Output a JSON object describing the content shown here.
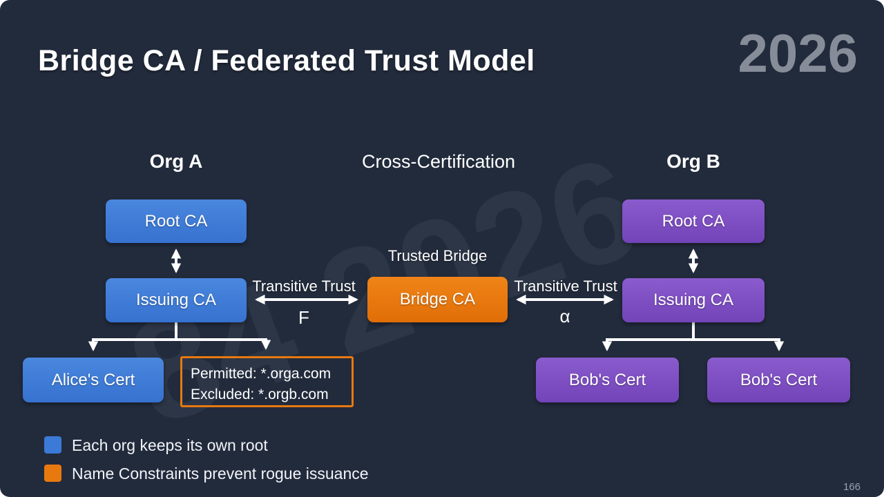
{
  "slide": {
    "title": "Bridge CA / Federated Trust Model",
    "year_badge": "2026",
    "watermark": "84 2026",
    "page_number": "166"
  },
  "headers": {
    "org_a": "Org A",
    "center": "Cross-Certification",
    "org_b": "Org B"
  },
  "org_a": {
    "root": "Root CA",
    "issuing": "Issuing CA",
    "cert": "Alice's Cert",
    "constraints_line1": "Permitted: *.orga.com",
    "constraints_line2": "Excluded: *.orgb.com"
  },
  "bridge": {
    "label": "Trusted Bridge",
    "box": "Bridge CA",
    "left_trust": "Transitive Trust",
    "left_sub": "F",
    "right_trust": "Transitive Trust",
    "right_sub": "α"
  },
  "org_b": {
    "root": "Root CA",
    "issuing": "Issuing CA",
    "cert1": "Bob's Cert",
    "cert2": "Bob's Cert"
  },
  "legend": [
    {
      "text": "Each org keeps its own root",
      "color": "#3b7ad6"
    },
    {
      "text": "Name Constraints prevent rogue issuance",
      "color": "#e8790f"
    }
  ],
  "colors": {
    "background": "#222b3c",
    "org_a_box": "#3b7ad6",
    "org_b_box": "#7b4ec2",
    "bridge_box": "#e8790f",
    "text": "#ffffff",
    "year": "#868d99"
  }
}
